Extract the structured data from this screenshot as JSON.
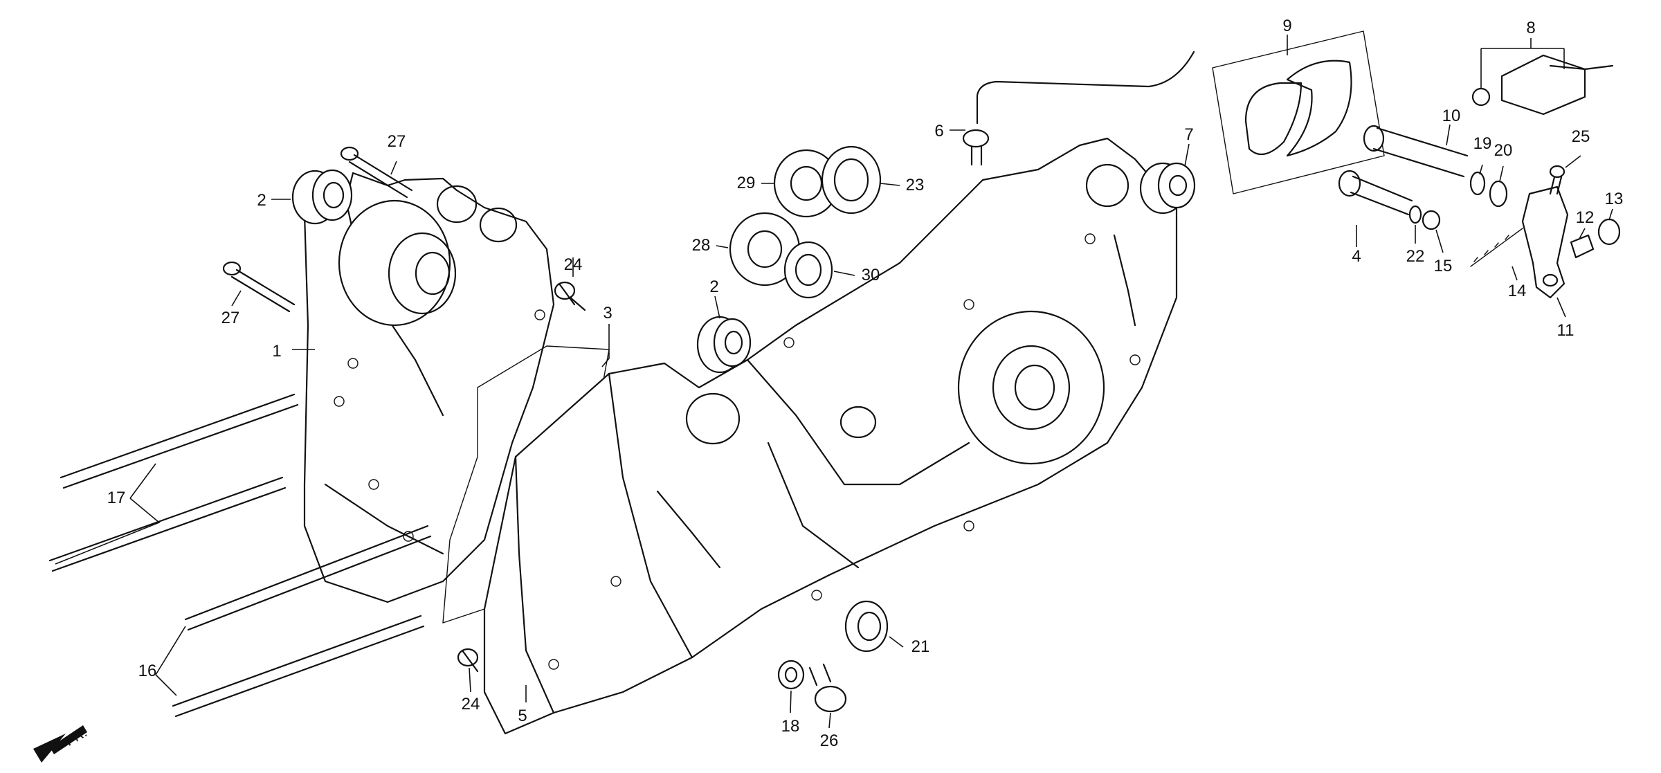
{
  "callouts": [
    "1",
    "2",
    "2",
    "3",
    "4",
    "5",
    "6",
    "7",
    "8",
    "9",
    "10",
    "11",
    "12",
    "13",
    "14",
    "15",
    "16",
    "17",
    "18",
    "19",
    "20",
    "21",
    "22",
    "23",
    "24",
    "24",
    "25",
    "26",
    "27",
    "27",
    "28",
    "29",
    "30"
  ],
  "front_label": "FR."
}
